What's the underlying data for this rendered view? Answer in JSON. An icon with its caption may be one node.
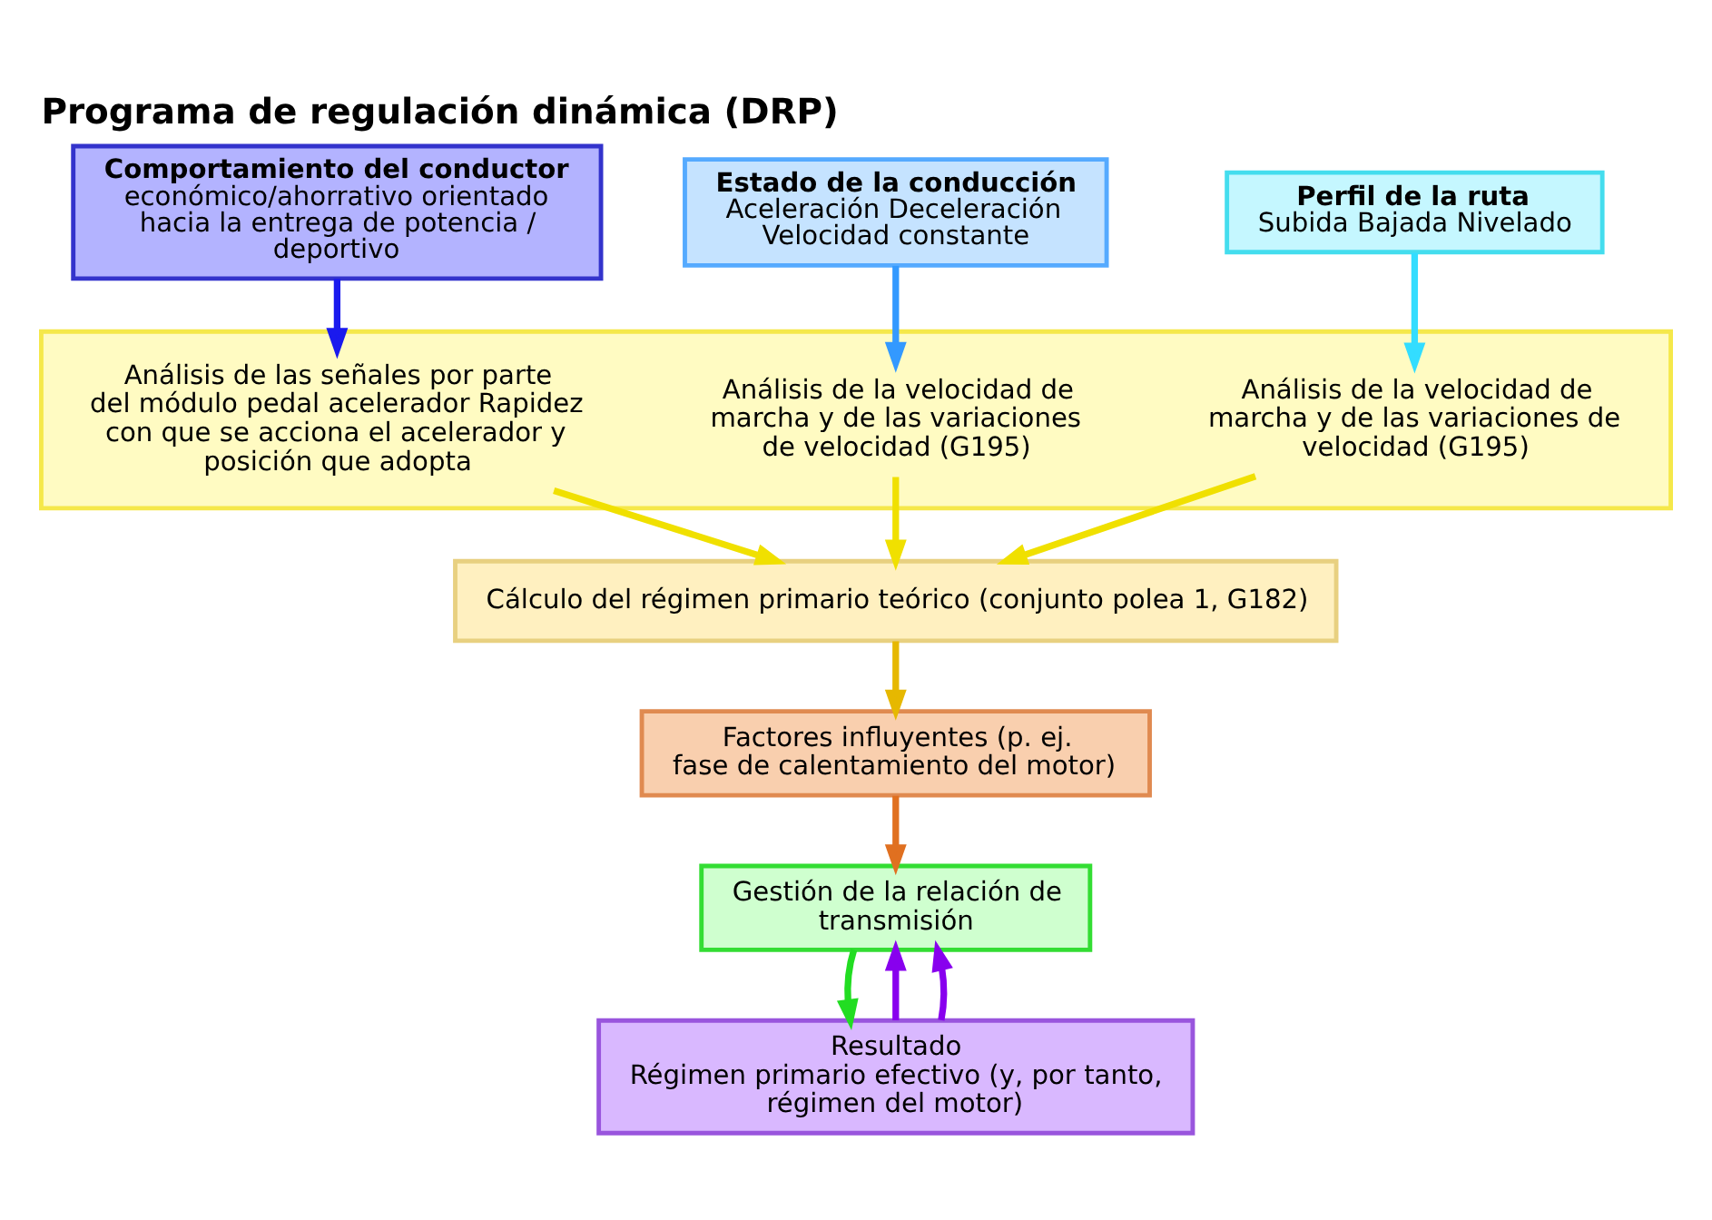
{
  "diagram": {
    "title": "Programa de regulación dinámica (DRP)",
    "nodes": [
      {
        "text": [
          "Comportamiento del conductor",
          "económico/ahorrativo orientado hacia la entrega de potencia / deportivo"
        ]
      },
      {
        "text": [
          "Estado de la conducción",
          "Aceleración Deceleración Velocidad constante"
        ]
      },
      {
        "text": [
          "Perfil de la ruta",
          "Subida Bajada Nivelado"
        ]
      },
      {
        "text": [],
        "shape": "box"
      },
      {
        "text": [
          "Análisis de las señales por parte del módulo pedal acelerador Rapidez con que se acciona el acelerador y posición que adopta"
        ],
        "in": 3
      },
      {
        "text": [
          "Análisis de la velocidad de marcha y de las variaciones de velocidad (G195)"
        ],
        "in": 3
      },
      {
        "text": [
          "Análisis de la velocidad de marcha y de las variaciones de velocidad (G195)"
        ],
        "in": 3
      },
      {
        "text": [
          "Cálculo del régimen primario teórico (conjunto polea 1, G182)"
        ]
      },
      {
        "text": [
          "Factores influyentes (p. ej. fase de calentamiento del motor)"
        ]
      },
      {
        "text": [
          "Gestión de la relación de transmisión"
        ]
      },
      {
        "text": [
          "Resultado",
          "Régimen primario efectivo (y, por tanto, régimen del motor)"
        ]
      }
    ],
    "edges": [
      {
        "from": 0,
        "to": 4,
        "arrow": "to",
        "color": "#1a1aee"
      },
      {
        "from": 1,
        "to": 5,
        "arrow": "to",
        "color": "#3399ff"
      },
      {
        "from": 2,
        "to": 6,
        "arrow": "to",
        "color": "#33ddff"
      },
      {
        "from": 4,
        "to": 7,
        "arrow": "to",
        "color": "#f0e000"
      },
      {
        "from": 5,
        "to": 7,
        "arrow": "to",
        "color": "#f0e000"
      },
      {
        "from": 6,
        "to": 7,
        "arrow": "to",
        "color": "#f0e000"
      },
      {
        "from": 7,
        "to": 8,
        "arrow": "to",
        "color": "#e6b800"
      },
      {
        "from": 8,
        "to": 9,
        "arrow": "to",
        "color": "#e07020"
      },
      {
        "from": 10,
        "to": 9,
        "arrow": "to",
        "color": "#8800ee"
      },
      {
        "from": 9,
        "to": 10,
        "arrow": "to",
        "color": "#22dd22"
      },
      {
        "from": 10,
        "to": 9,
        "arrow": "to",
        "color": "#8800ee"
      }
    ]
  }
}
